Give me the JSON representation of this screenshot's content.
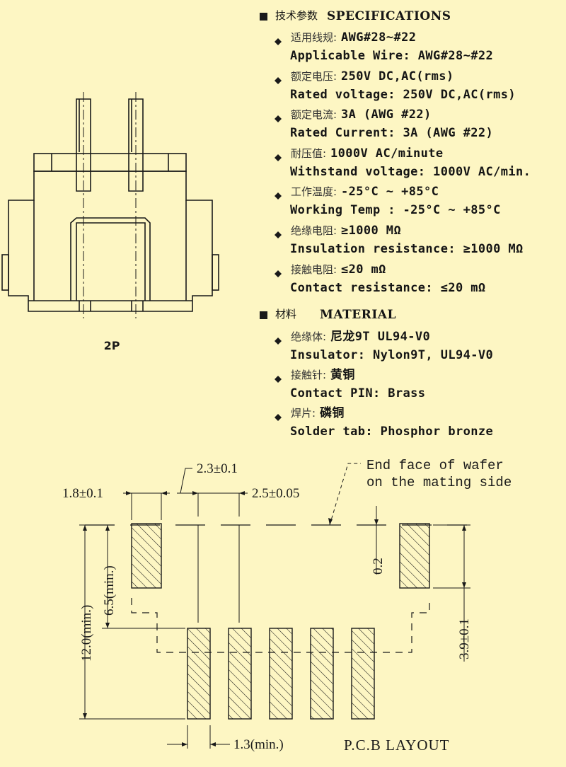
{
  "spec_section": {
    "head_cn": "技术参数",
    "head_en": "SPECIFICATIONS",
    "items": [
      {
        "cn": "适用线规:",
        "cn_value": "AWG#28~#22",
        "en": "Applicable Wire: AWG#28~#22"
      },
      {
        "cn": "额定电压:",
        "cn_value": "250V DC,AC(rms)",
        "en": "Rated voltage: 250V DC,AC(rms)"
      },
      {
        "cn": "额定电流:",
        "cn_value": "3A (AWG #22)",
        "en": "Rated Current: 3A (AWG #22)"
      },
      {
        "cn": "耐压值:",
        "cn_value": "1000V AC/minute",
        "en": "Withstand voltage: 1000V AC/min."
      },
      {
        "cn": "工作温度:",
        "cn_value": "-25°C ~ +85°C",
        "en": "Working Temp : -25°C ~ +85°C"
      },
      {
        "cn": "绝缘电阻:",
        "cn_value": "≥1000 MΩ",
        "en": "Insulation resistance: ≥1000 MΩ"
      },
      {
        "cn": "接触电阻:",
        "cn_value": "≤20 mΩ",
        "en": "Contact resistance: ≤20 mΩ"
      }
    ]
  },
  "material_section": {
    "head_cn": "材料",
    "head_en": "MATERIAL",
    "items": [
      {
        "cn": "绝缘体:",
        "cn_value": "尼龙9T UL94-V0",
        "en": "Insulator: Nylon9T, UL94-V0"
      },
      {
        "cn": "接触针:",
        "cn_value": "黄铜",
        "en": "Contact PIN: Brass"
      },
      {
        "cn": "焊片:",
        "cn_value": "磷铜",
        "en": "Solder tab: Phosphor bronze"
      }
    ]
  },
  "connector_label": "2P",
  "pcb": {
    "dim_pitch": "2.3±0.1",
    "dim_tab_width": "1.8±0.1",
    "dim_pin_pitch": "2.5±0.05",
    "dim_tab_length": "6.5(min.)",
    "dim_total_length": "12.0(min.)",
    "dim_offset": "0.2",
    "dim_tab_height": "3.9±0.1",
    "dim_pin_width": "1.3(min.)",
    "note_line1": "End face of wafer",
    "note_line2": "on the mating side",
    "title": "P.C.B LAYOUT"
  },
  "colors": {
    "background": "#fdf6c3",
    "ink": "#1a1a1a"
  }
}
